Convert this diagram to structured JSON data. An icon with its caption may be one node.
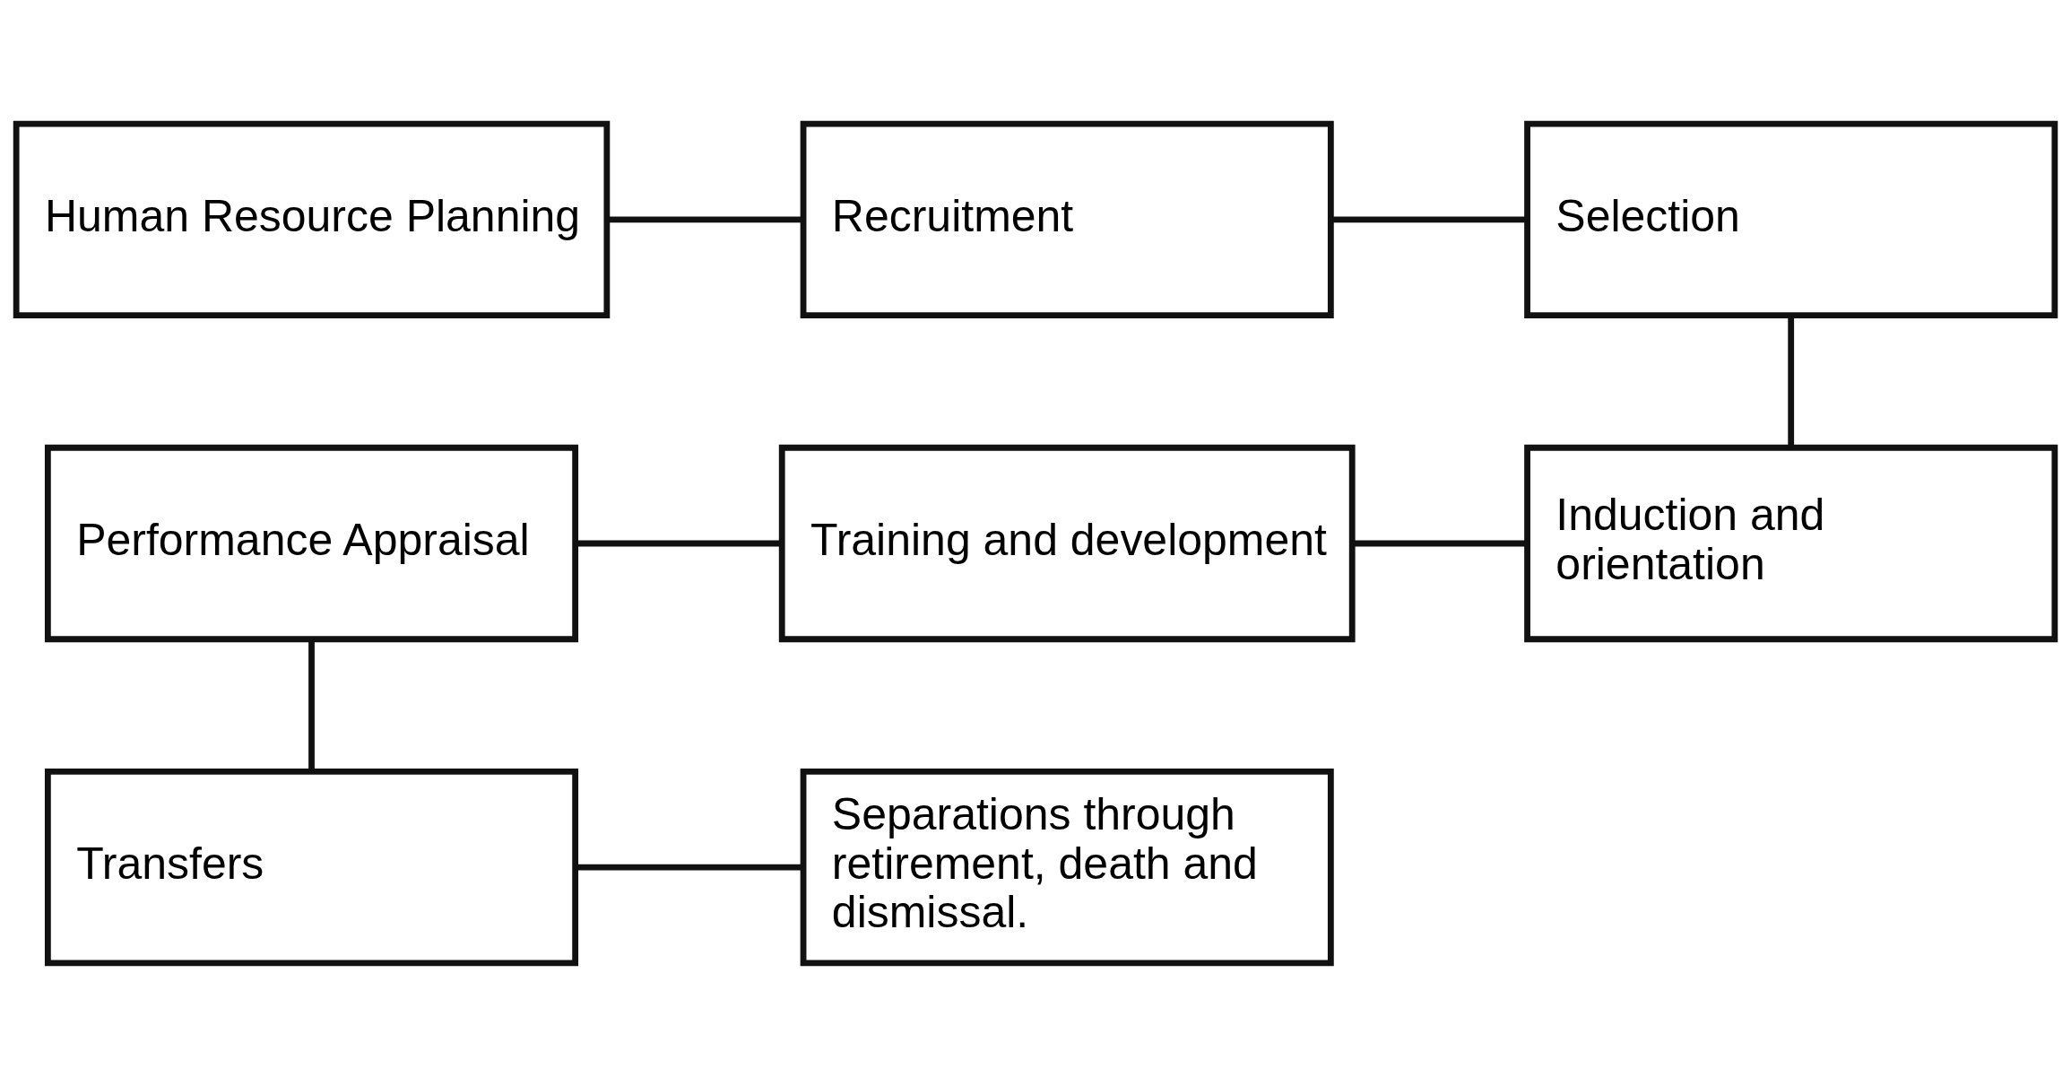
{
  "diagram": {
    "nodes": [
      {
        "text": [
          "Human Resource Planning"
        ]
      },
      {
        "text": [
          "Recruitment"
        ]
      },
      {
        "text": [
          "Selection"
        ]
      },
      {
        "text": [
          "Performance Appraisal"
        ]
      },
      {
        "text": [
          "Training and development"
        ]
      },
      {
        "text": [
          "Induction and orientation"
        ]
      },
      {
        "text": [
          "Transfers"
        ]
      },
      {
        "text": [
          "Separations through retirement, death and dismissal."
        ]
      }
    ],
    "edges": [
      {
        "from": 0,
        "to": 1,
        "arrow": "none"
      },
      {
        "from": 1,
        "to": 2,
        "arrow": "none"
      },
      {
        "from": 2,
        "to": 5,
        "arrow": "none"
      },
      {
        "from": 5,
        "to": 4,
        "arrow": "none"
      },
      {
        "from": 4,
        "to": 3,
        "arrow": "none"
      },
      {
        "from": 3,
        "to": 6,
        "arrow": "none"
      },
      {
        "from": 6,
        "to": 7,
        "arrow": "none"
      }
    ]
  }
}
